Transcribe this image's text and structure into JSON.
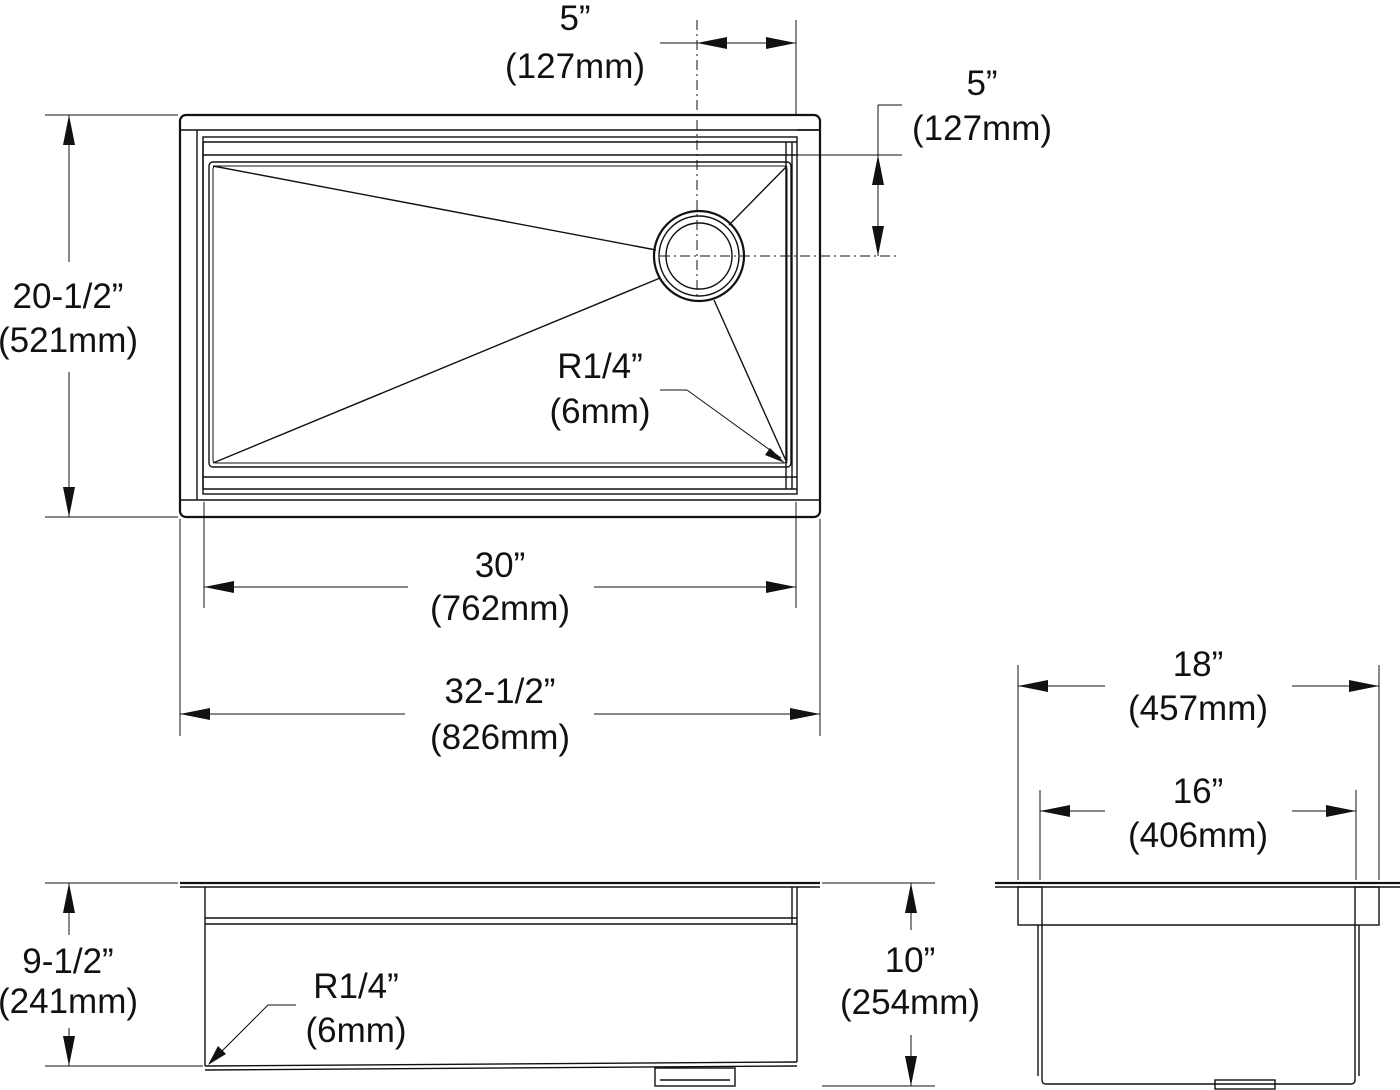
{
  "top_view": {
    "drain_offset_x": {
      "imperial": "5”",
      "metric": "(127mm)"
    },
    "drain_offset_y": {
      "imperial": "5”",
      "metric": "(127mm)"
    },
    "overall_depth": {
      "imperial": "20-1/2”",
      "metric": "(521mm)"
    },
    "corner_radius": {
      "imperial": "R1/4”",
      "metric": "(6mm)"
    },
    "bowl_length": {
      "imperial": "30”",
      "metric": "(762mm)"
    },
    "overall_length": {
      "imperial": "32-1/2”",
      "metric": "(826mm)"
    }
  },
  "front_view": {
    "bowl_depth": {
      "imperial": "9-1/2”",
      "metric": "(241mm)"
    },
    "corner_radius": {
      "imperial": "R1/4”",
      "metric": "(6mm)"
    },
    "overall_height": {
      "imperial": "10”",
      "metric": "(254mm)"
    }
  },
  "side_view": {
    "overall_width": {
      "imperial": "18”",
      "metric": "(457mm)"
    },
    "bowl_width": {
      "imperial": "16”",
      "metric": "(406mm)"
    }
  }
}
